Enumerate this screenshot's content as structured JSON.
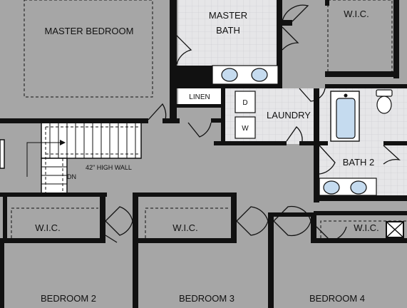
{
  "colors": {
    "floor": "#a6a6a6",
    "wall": "#111111",
    "tile": "#e6e6e8",
    "fixture": "#ffffff",
    "sink_basin": "#c5dbef"
  },
  "labels": {
    "master_bedroom": "MASTER BEDROOM",
    "master_bath": [
      "MASTER",
      "BATH"
    ],
    "wic_master": "W.I.C.",
    "linen": "LINEN",
    "laundry": "LAUNDRY",
    "dryer": "D",
    "washer": "W",
    "bath2": "BATH 2",
    "high_wall": "42\" HIGH WALL",
    "stairs_down": "DN",
    "wic_bedroom2": "W.I.C.",
    "wic_bedroom3": "W.I.C.",
    "wic_bedroom4": "W.I.C.",
    "bedroom2": "BEDROOM 2",
    "bedroom3": "BEDROOM 3",
    "bedroom4": "BEDROOM 4"
  }
}
